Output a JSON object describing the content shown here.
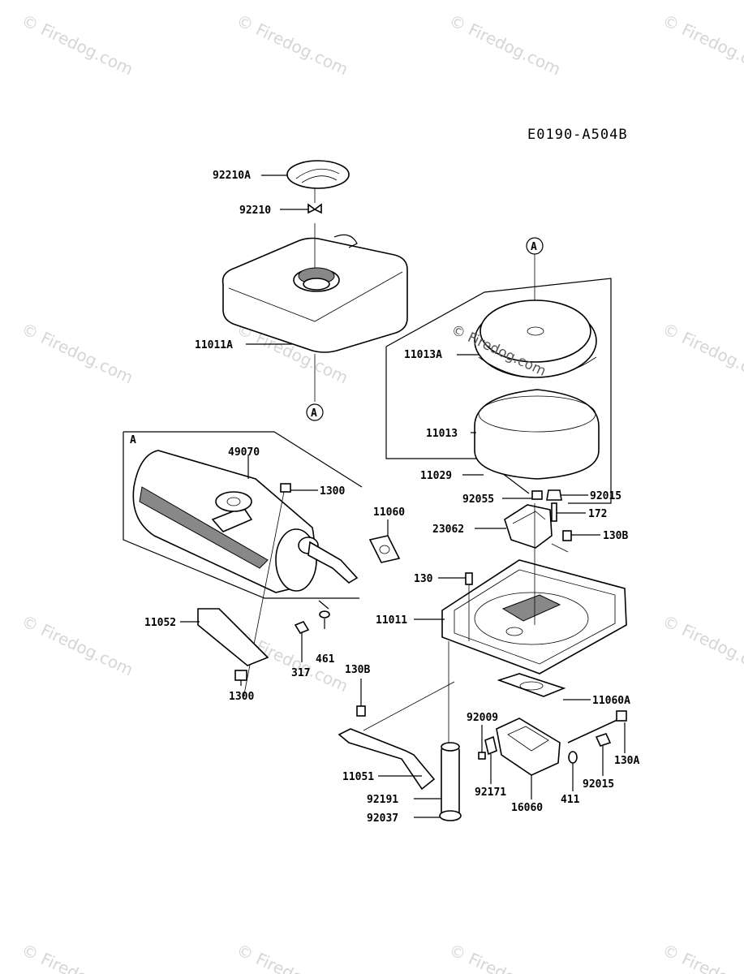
{
  "diagram_code": "E0190-A504B",
  "watermark": "© Firedog.com",
  "reference_marker": "A",
  "callouts": {
    "c92210A": "92210A",
    "c92210": "92210",
    "c11011A": "11011A",
    "c11013A": "11013A",
    "c11013": "11013",
    "c11029": "11029",
    "c92055": "92055",
    "c92015a": "92015",
    "c172": "172",
    "c23062": "23062",
    "c130Ba": "130B",
    "c130": "130",
    "c11011": "11011",
    "c49070": "49070",
    "c1300a": "1300",
    "c11060": "11060",
    "c11052": "11052",
    "c1300b": "1300",
    "c317": "317",
    "c461": "461",
    "c130Bb": "130B",
    "c11060A": "11060A",
    "c92009": "92009",
    "c130A": "130A",
    "c92015b": "92015",
    "c11051": "11051",
    "c92171": "92171",
    "c16060": "16060",
    "c411": "411",
    "c92191": "92191",
    "c92037": "92037"
  }
}
